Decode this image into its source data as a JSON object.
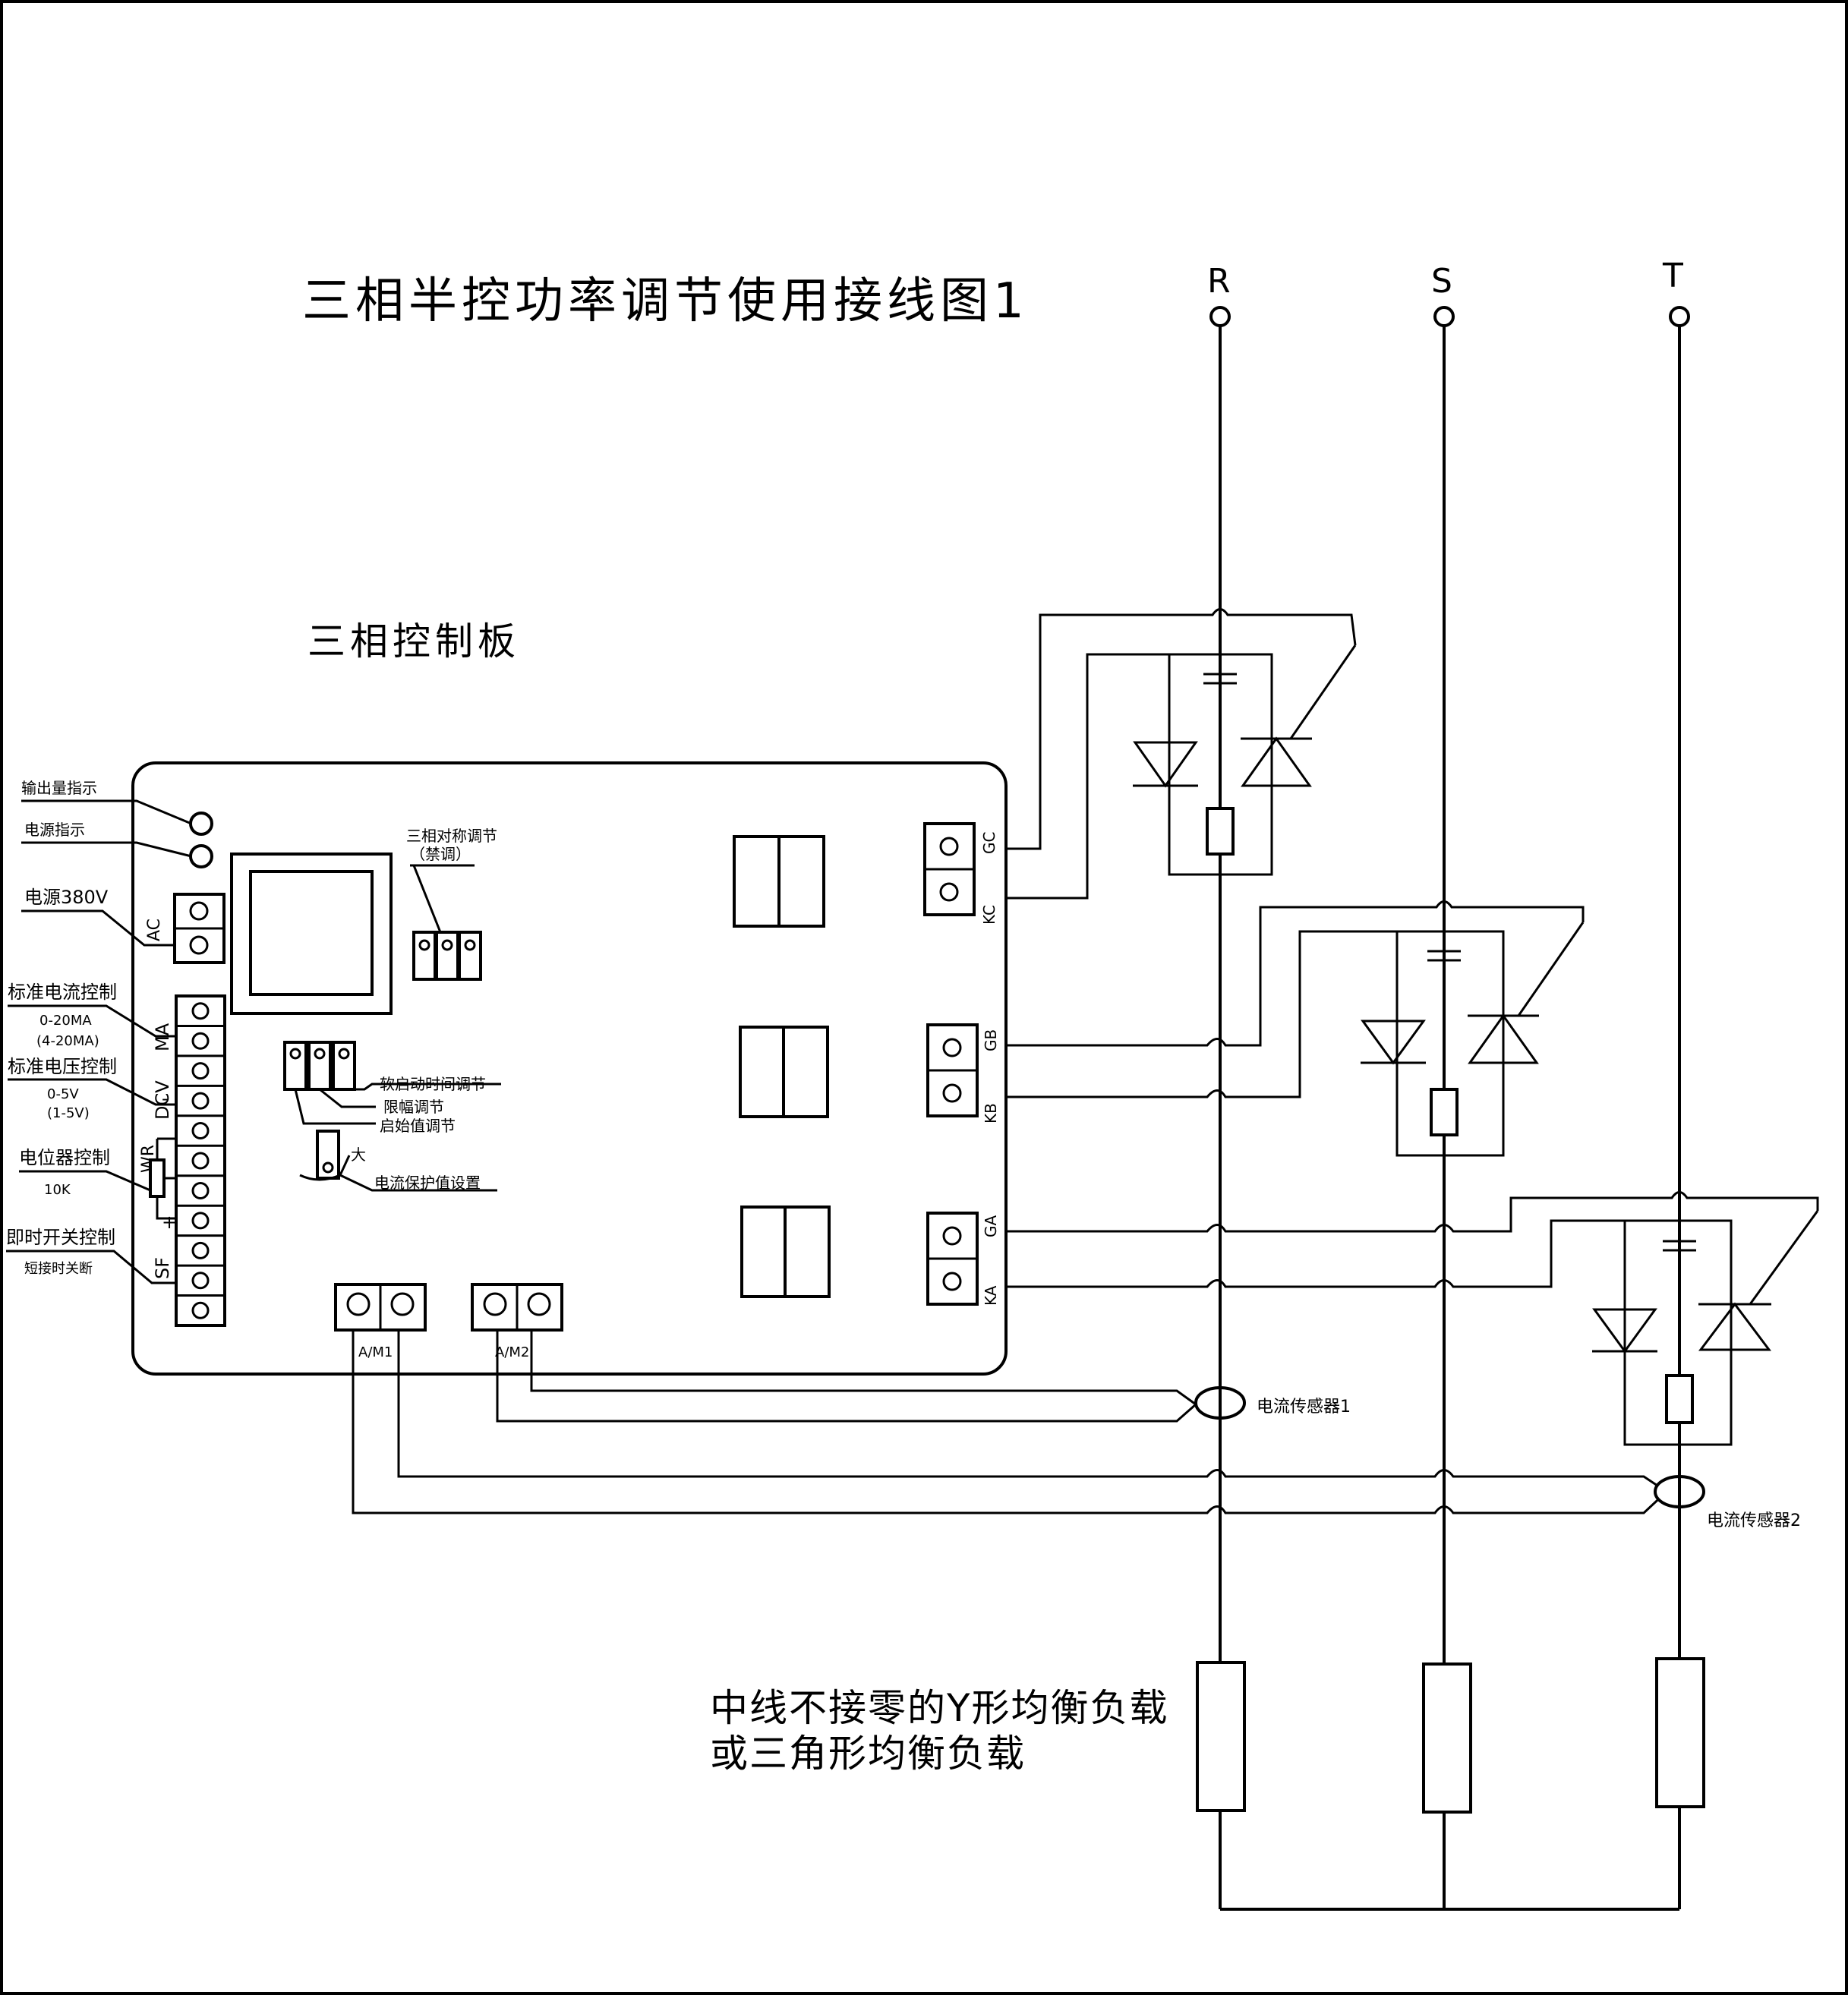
{
  "title": "三相半控功率调节使用接线图1",
  "board_title": "三相控制板",
  "phases": [
    "R",
    "S",
    "T"
  ],
  "left_labels": {
    "output_indicator": "输出量指示",
    "power_indicator": "电源指示",
    "power_380": "电源380V",
    "std_current": "标准电流控制",
    "current_range1": "0-20MA",
    "current_range2": "(4-20MA)",
    "std_voltage": "标准电压控制",
    "voltage_range1": "0-5V",
    "voltage_range2": "(1-5V)",
    "potentiometer": "电位器控制",
    "pot_value": "10K",
    "switch_ctrl": "即时开关控制",
    "short_off": "短接时关断"
  },
  "terminal_labels": {
    "ac": "AC",
    "ma": "MA",
    "dcv": "DCV",
    "wr": "WR",
    "sf": "SF",
    "minus": "-",
    "plus": "+"
  },
  "board_labels": {
    "symmetry": "三相对称调节",
    "symmetry_note": "（禁调）",
    "soft_start": "软启动时间调节",
    "limit": "限幅调节",
    "start_value": "启始值调节",
    "current_protect": "电流保护值设置",
    "big": "大",
    "am1": "A/M1",
    "am2": "A/M2"
  },
  "gate_labels": [
    "GC",
    "KC",
    "GB",
    "KB",
    "GA",
    "KA"
  ],
  "sensor_labels": [
    "电流传感器1",
    "电流传感器2"
  ],
  "load_text": [
    "中线不接零的Y形均衡负载",
    "或三角形均衡负载"
  ]
}
